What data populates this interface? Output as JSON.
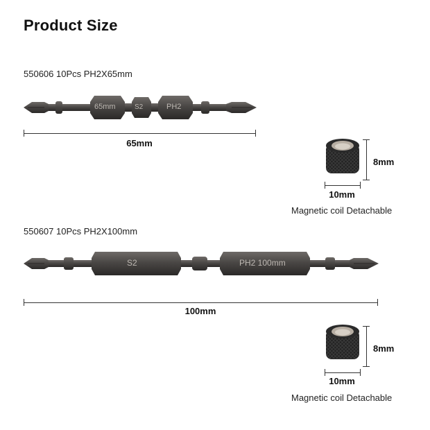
{
  "page": {
    "title": "Product Size"
  },
  "product_1": {
    "caption": "550606 10Pcs PH2X65mm",
    "engravings": [
      "65mm",
      "S2",
      "PH2"
    ],
    "length_label": "65mm"
  },
  "product_2": {
    "caption": "550607 10Pcs PH2X100mm",
    "engravings": [
      "S2",
      "PH2 100mm"
    ],
    "length_label": "100mm"
  },
  "coil_1": {
    "height_label": "8mm",
    "width_label": "10mm",
    "caption": "Magnetic coil Detachable"
  },
  "coil_2": {
    "height_label": "8mm",
    "width_label": "10mm",
    "caption": "Magnetic coil Detachable"
  },
  "colors": {
    "steel": "#4a4745",
    "steel_dark": "#2f2d2c",
    "engraving": "#bdb8b2",
    "coil": "#1c1c1c"
  }
}
